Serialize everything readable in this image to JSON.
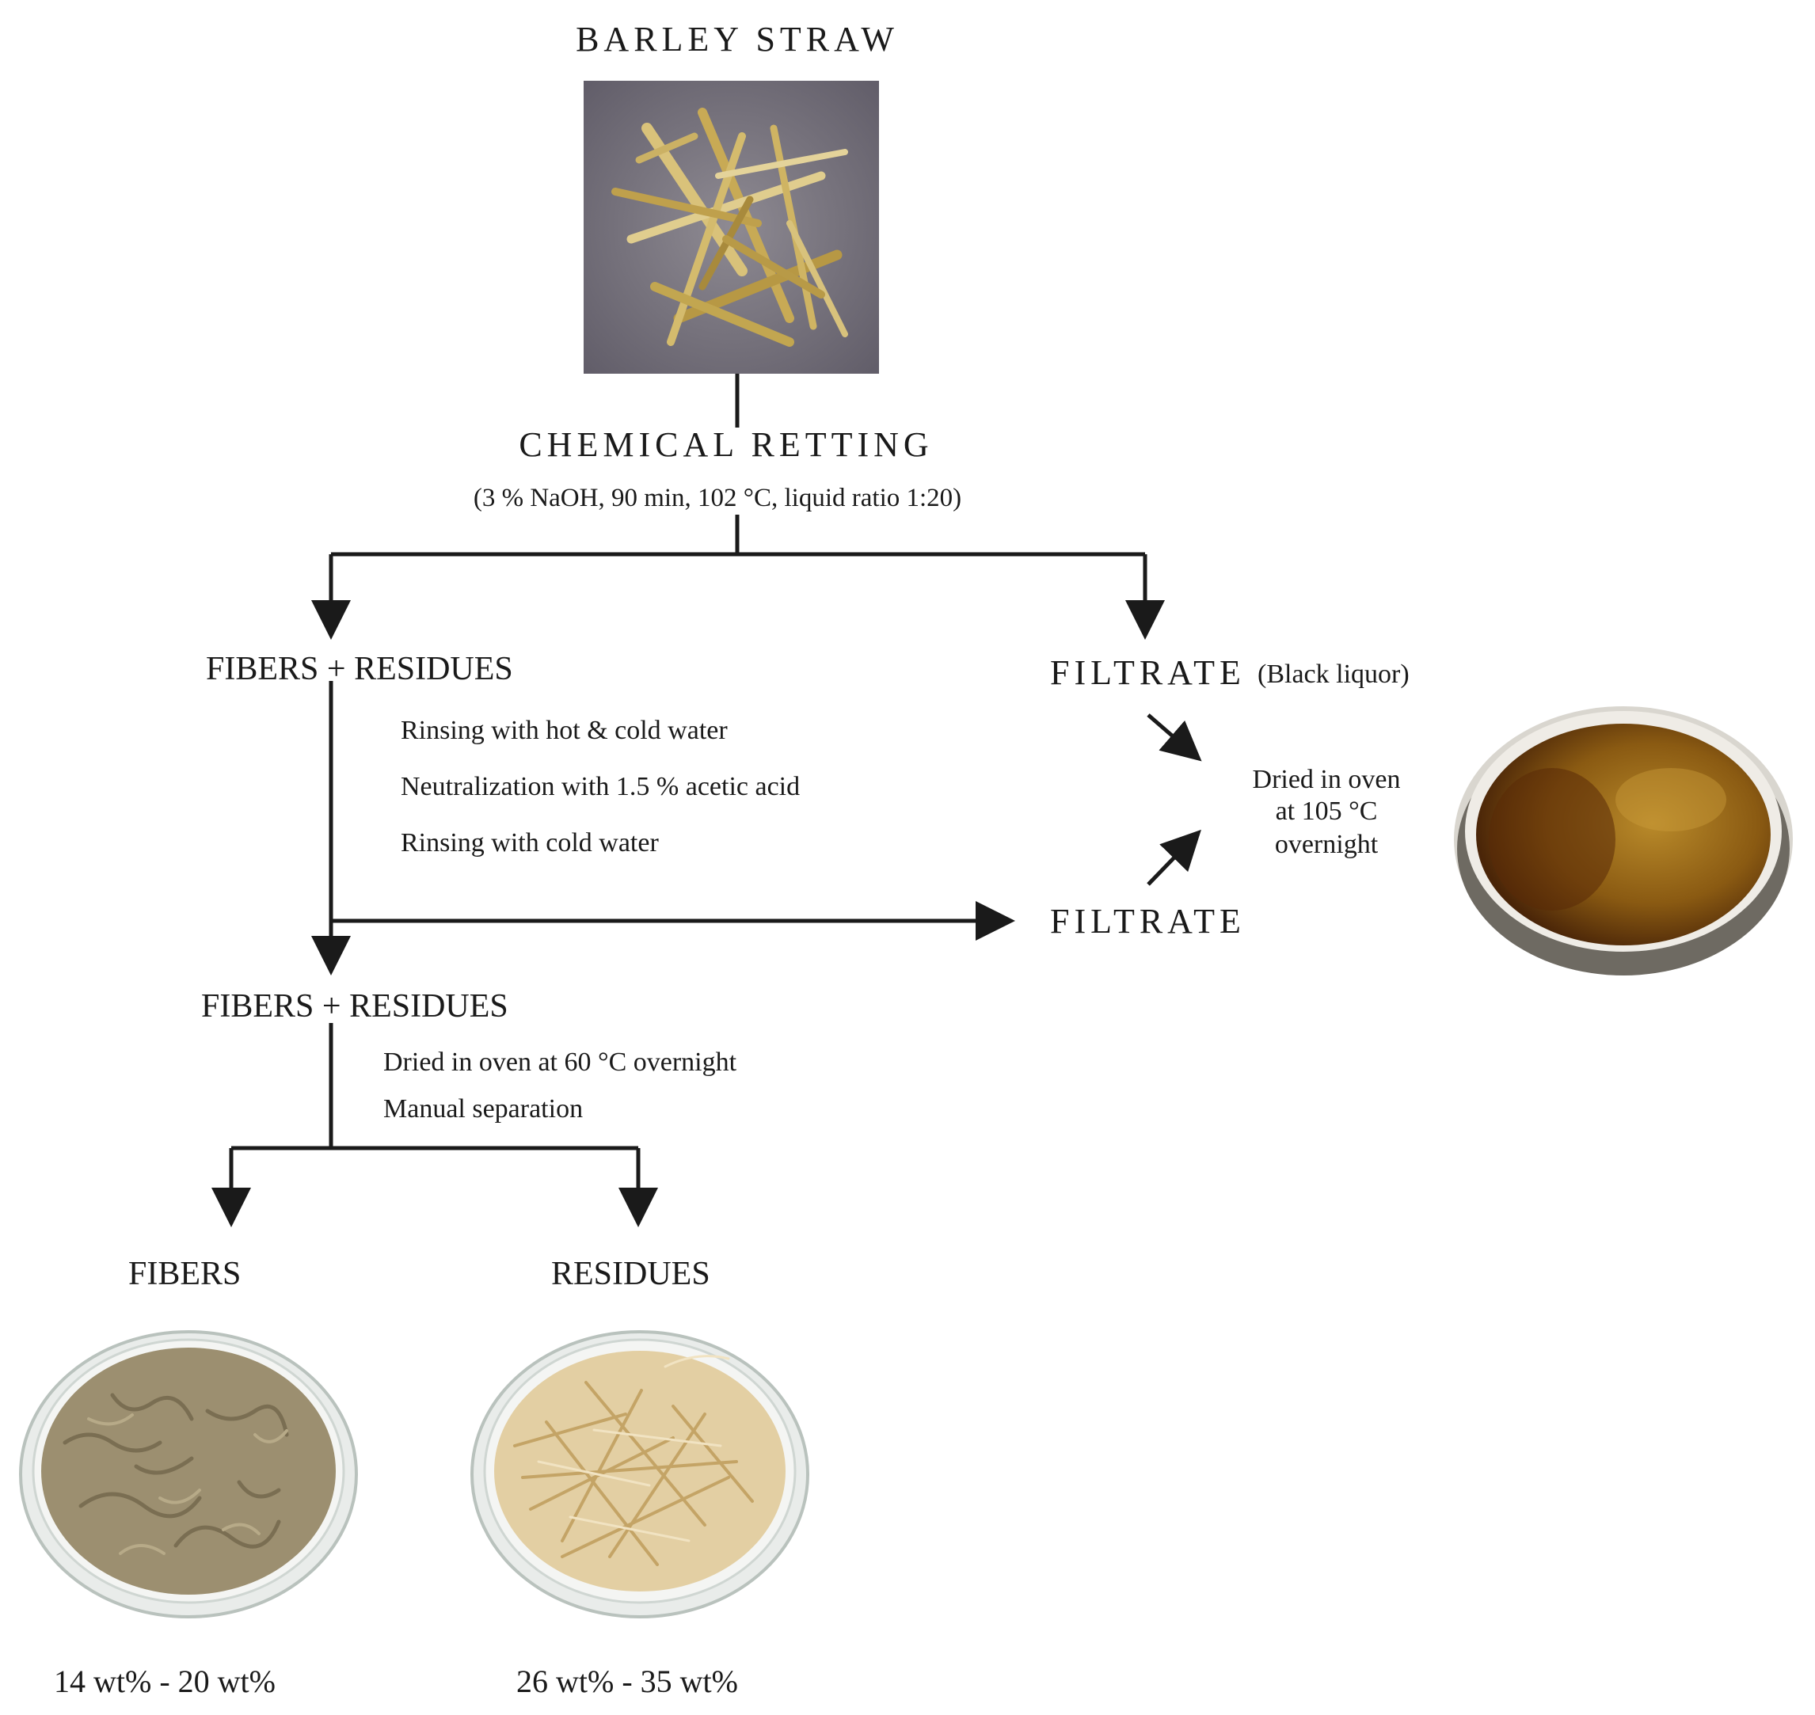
{
  "title": "BARLEY STRAW",
  "retting": {
    "title": "CHEMICAL RETTING",
    "conditions": "(3 % NaOH, 90 min, 102 °C, liquid ratio 1:20)"
  },
  "branch1": {
    "label": "FIBERS + RESIDUES",
    "steps": [
      "Rinsing with hot & cold water",
      "Neutralization with 1.5 % acetic acid",
      "Rinsing with cold water"
    ]
  },
  "filtrate_black": {
    "label": "FILTRATE",
    "note": "(Black liquor)"
  },
  "drying_liquor": {
    "lines": [
      "Dried in oven",
      "at 105 °C",
      "overnight"
    ]
  },
  "filtrate2": {
    "label": "FILTRATE"
  },
  "branch2": {
    "label": "FIBERS + RESIDUES",
    "steps": [
      "Dried in oven at 60 °C overnight",
      "Manual separation"
    ]
  },
  "fibers": {
    "label": "FIBERS",
    "yield": "14 wt% - 20 wt%"
  },
  "residues": {
    "label": "RESIDUES",
    "yield": "26 wt% - 35 wt%"
  },
  "colors": {
    "line": "#1a1a1a",
    "straw": "#c9b068",
    "liquor": "#8a5a12",
    "fibers": "#9c8f70",
    "residues": "#d8bf8a"
  }
}
